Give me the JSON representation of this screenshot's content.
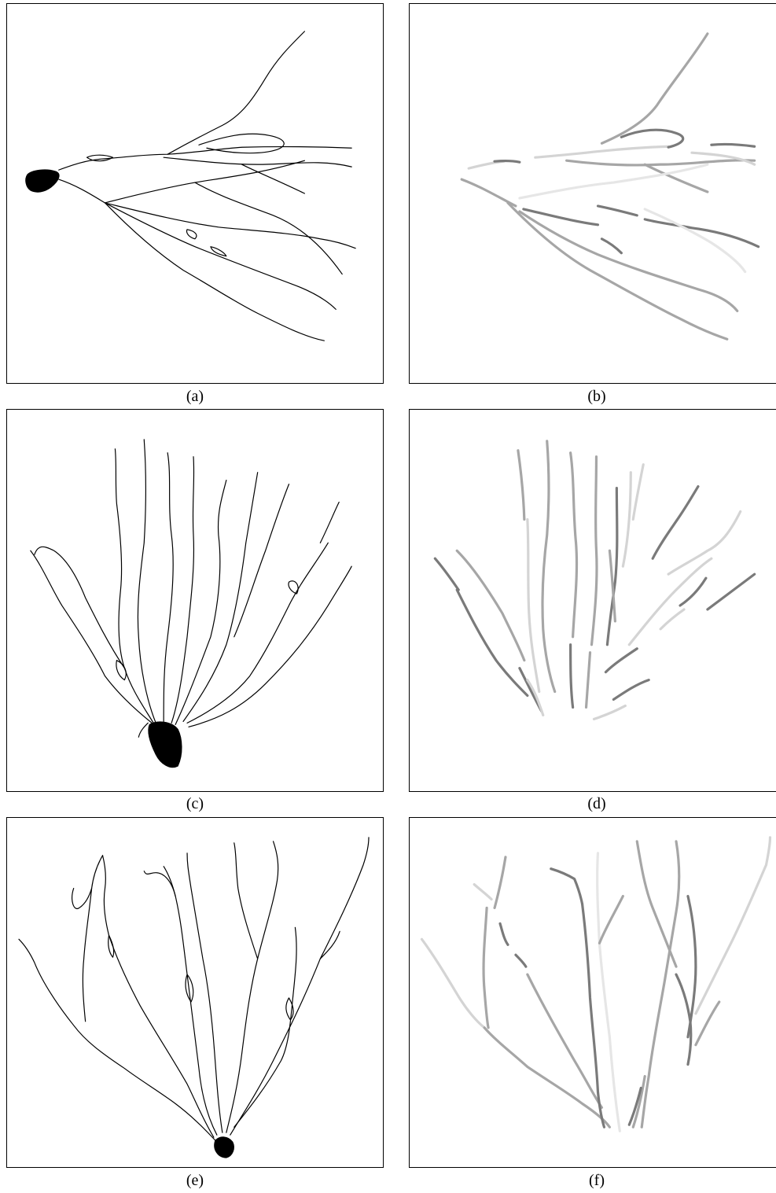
{
  "figure": {
    "panels": [
      {
        "caption": "(a)",
        "style": "line-tracing",
        "soma": true
      },
      {
        "caption": "(b)",
        "style": "grayscale-segments",
        "soma": false
      },
      {
        "caption": "(c)",
        "style": "line-tracing",
        "soma": true
      },
      {
        "caption": "(d)",
        "style": "grayscale-segments",
        "soma": false
      },
      {
        "caption": "(e)",
        "style": "line-tracing",
        "soma": true
      },
      {
        "caption": "(f)",
        "style": "grayscale-segments",
        "soma": false
      }
    ],
    "colors": {
      "line": "#000000",
      "segment_gray_1": "#7a7a7a",
      "segment_gray_2": "#a6a6a6",
      "segment_gray_3": "#d4d4d4",
      "segment_gray_4": "#e6e6e6"
    }
  }
}
